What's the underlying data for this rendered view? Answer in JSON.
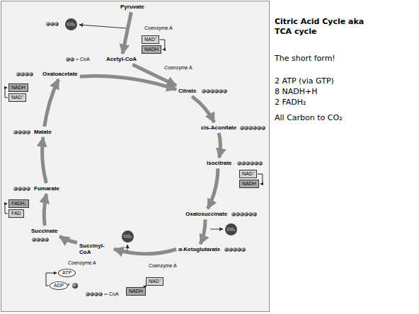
{
  "diagram": {
    "title": "Citric Acid Cycle aka TCA cycle",
    "nodes": [
      {
        "text": [
          "Pyruvate"
        ]
      },
      {
        "text": [
          "CO₂"
        ]
      },
      {
        "text": [
          "NAD⁺"
        ]
      },
      {
        "text": [
          "NADH"
        ]
      },
      {
        "text": [
          "Acetyl-CoA"
        ]
      },
      {
        "text": [
          "Oxaloacetate"
        ]
      },
      {
        "text": [
          "Citrate"
        ]
      },
      {
        "text": [
          "NADH"
        ]
      },
      {
        "text": [
          "NAD⁺"
        ]
      },
      {
        "text": [
          "cis-Aconitate"
        ]
      },
      {
        "text": [
          "Malate"
        ]
      },
      {
        "text": [
          "Isocitrate"
        ]
      },
      {
        "text": [
          "NAD⁺"
        ]
      },
      {
        "text": [
          "NADH"
        ]
      },
      {
        "text": [
          "Fumarate"
        ]
      },
      {
        "text": [
          "FADH₂"
        ]
      },
      {
        "text": [
          "FAD"
        ]
      },
      {
        "text": [
          "Oxalosuccinate"
        ]
      },
      {
        "text": [
          "CO₂"
        ]
      },
      {
        "text": [
          "Succinate"
        ]
      },
      {
        "text": [
          "α-Ketoglutarate"
        ]
      },
      {
        "text": [
          "CO₂"
        ]
      },
      {
        "text": [
          "Succinyl-CoA"
        ]
      },
      {
        "text": [
          "ATP"
        ]
      },
      {
        "text": [
          "ADP"
        ]
      },
      {
        "text": [
          "NADH"
        ]
      },
      {
        "text": [
          "NAD⁺"
        ]
      }
    ],
    "edges": [
      {
        "from": 0,
        "to": 4,
        "arrow": "to"
      },
      {
        "from": 4,
        "to": 6,
        "arrow": "to"
      },
      {
        "from": 5,
        "to": 6,
        "arrow": "to"
      },
      {
        "from": 6,
        "to": 9,
        "arrow": "to"
      },
      {
        "from": 9,
        "to": 11,
        "arrow": "to"
      },
      {
        "from": 11,
        "to": 17,
        "arrow": "to"
      },
      {
        "from": 17,
        "to": 20,
        "arrow": "to"
      },
      {
        "from": 20,
        "to": 22,
        "arrow": "to"
      },
      {
        "from": 22,
        "to": 19,
        "arrow": "to"
      },
      {
        "from": 19,
        "to": 14,
        "arrow": "to"
      },
      {
        "from": 14,
        "to": 10,
        "arrow": "to"
      },
      {
        "from": 10,
        "to": 5,
        "arrow": "to"
      },
      {
        "from": 2,
        "to": 3,
        "arrow": "to"
      },
      {
        "from": 8,
        "to": 7,
        "arrow": "to"
      },
      {
        "from": 12,
        "to": 13,
        "arrow": "to"
      },
      {
        "from": 16,
        "to": 15,
        "arrow": "to"
      },
      {
        "from": 26,
        "to": 25,
        "arrow": "to"
      },
      {
        "from": 24,
        "to": 23,
        "arrow": "to"
      }
    ],
    "labels": [
      "Coenzyme A",
      "CoA",
      "Coenzyme A",
      "Coenzyme A",
      "Coenzyme A",
      "+",
      "CoA",
      "The short form!",
      "2 ATP (via GTP)",
      "8 NADH+H",
      "2 FADH₂",
      "All Carbon to CO₂"
    ]
  }
}
